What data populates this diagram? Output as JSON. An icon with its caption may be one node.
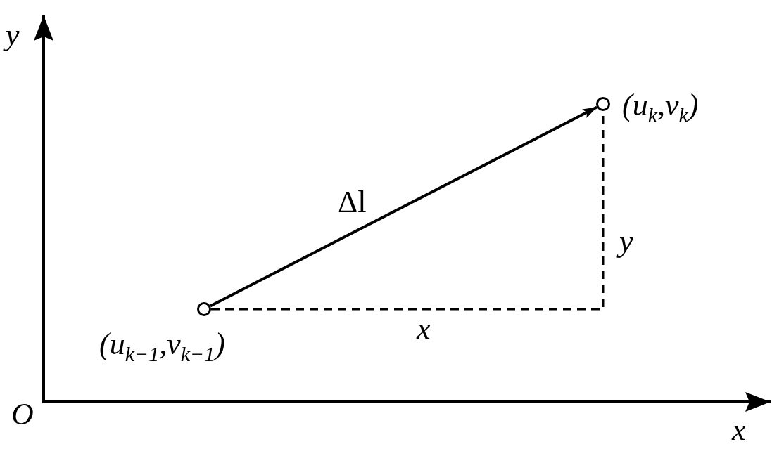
{
  "diagram": {
    "nodes": [
      {
        "text": [],
        "shape": "circle",
        "beside": [
          "(u$_{k−1}$,v$_{k−1}$)"
        ]
      },
      {
        "text": [],
        "shape": "circle",
        "beside": [
          "(u$_{k}$,v$_{k}$)"
        ]
      }
    ],
    "edges": [
      {
        "from": 0,
        "to": 1,
        "arrow": "to",
        "label": "Δl"
      },
      {
        "from": 0,
        "to": 1,
        "arrow": "none",
        "style": "dashed"
      }
    ],
    "labels": [
      "y",
      "y",
      "x",
      "O",
      "x"
    ]
  }
}
